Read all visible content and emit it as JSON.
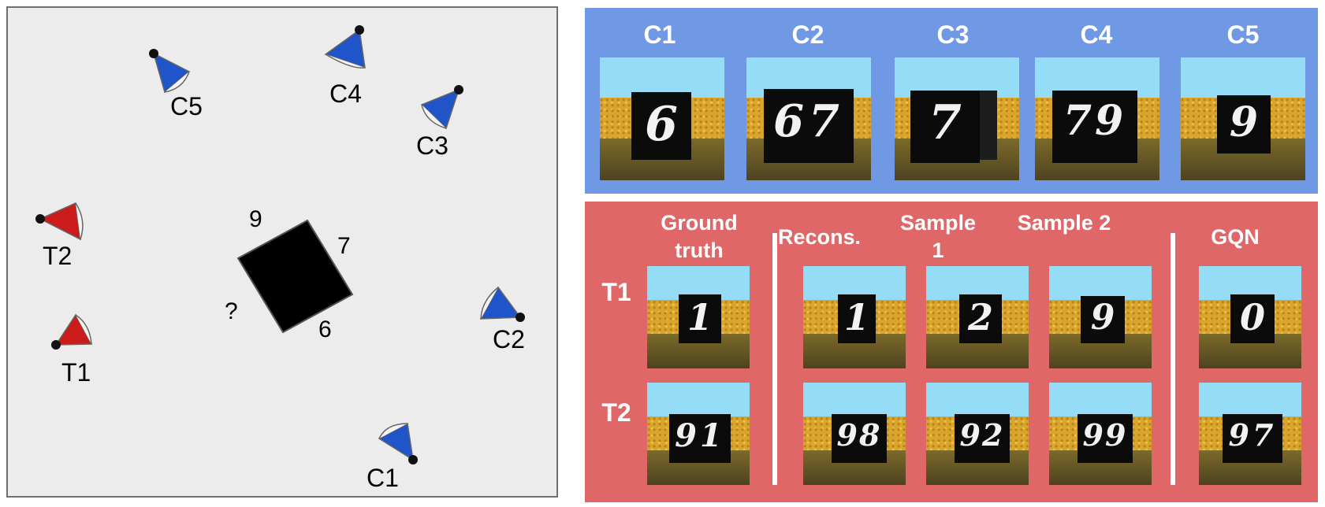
{
  "scene": {
    "context_cameras": [
      {
        "id": "c1",
        "label": "C1"
      },
      {
        "id": "c2",
        "label": "C2"
      },
      {
        "id": "c3",
        "label": "C3"
      },
      {
        "id": "c4",
        "label": "C4"
      },
      {
        "id": "c5",
        "label": "C5"
      }
    ],
    "target_cameras": [
      {
        "id": "t1",
        "label": "T1"
      },
      {
        "id": "t2",
        "label": "T2"
      }
    ],
    "face_labels": {
      "top": "9",
      "right": "7",
      "bottom": "6",
      "left": "?"
    },
    "colors": {
      "context_camera": "#1f55c8",
      "target_camera": "#cc1b1b",
      "cube": "#000000"
    }
  },
  "context_panel": {
    "color": "#6f99e4",
    "views": [
      {
        "label": "C1",
        "digits": "6"
      },
      {
        "label": "C2",
        "digits": "67"
      },
      {
        "label": "C3",
        "digits": "7"
      },
      {
        "label": "C4",
        "digits": "79"
      },
      {
        "label": "C5",
        "digits": "9"
      }
    ]
  },
  "target_panel": {
    "color": "#df6767",
    "columns": {
      "ground_truth": "Ground truth",
      "recons": "Recons.",
      "sample1": "Sample 1",
      "sample2": "Sample 2",
      "gqn": "GQN"
    },
    "rows": [
      {
        "label": "T1",
        "ground_truth": "1",
        "recons": "1",
        "sample1": "2",
        "sample2": "9",
        "gqn": "0"
      },
      {
        "label": "T2",
        "ground_truth": "91",
        "recons": "98",
        "sample1": "92",
        "sample2": "99",
        "gqn": "97"
      }
    ]
  }
}
